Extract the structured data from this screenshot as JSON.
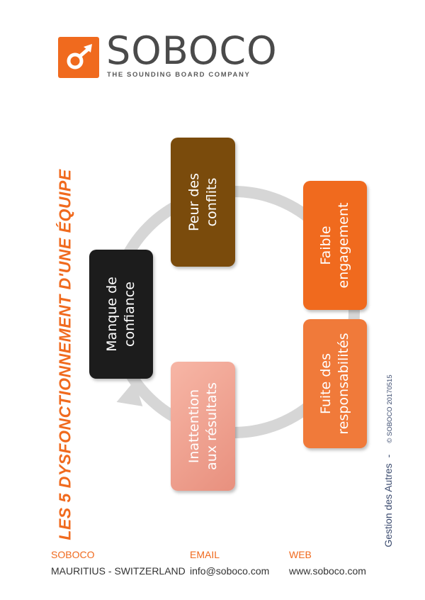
{
  "logo": {
    "name": "SOBOCO",
    "tagline": "THE SOUNDING BOARD COMPANY"
  },
  "title": "LES 5 DYSFONCTIONNEMENT D'UNE ÉQUIPE",
  "cards": [
    {
      "line1": "Peur des",
      "line2": "conflits",
      "color": "#7a4b0c"
    },
    {
      "line1": "Faible",
      "line2": "engagement",
      "color": "#f06a1e"
    },
    {
      "line1": "Fuite des",
      "line2": "responsabilités",
      "color": "#f07a3a"
    },
    {
      "line1": "Inattention",
      "line2": "aux résultats",
      "color": "#f2a79a"
    },
    {
      "line1": "Manque de",
      "line2": "confiance",
      "color": "#1c1c1c"
    }
  ],
  "side_note": {
    "text": "Gestion des Autres",
    "separator": "-",
    "copyright": "© SOBOCO 20170515"
  },
  "footer": {
    "company_label": "SOBOCO",
    "company_value": "MAURITIUS - SWITZERLAND",
    "email_label": "EMAIL",
    "email_value": "info@soboco.com",
    "web_label": "WEB",
    "web_value": "www.soboco.com"
  },
  "colors": {
    "accent": "#f06a1e",
    "ring": "#d6d6d6"
  }
}
